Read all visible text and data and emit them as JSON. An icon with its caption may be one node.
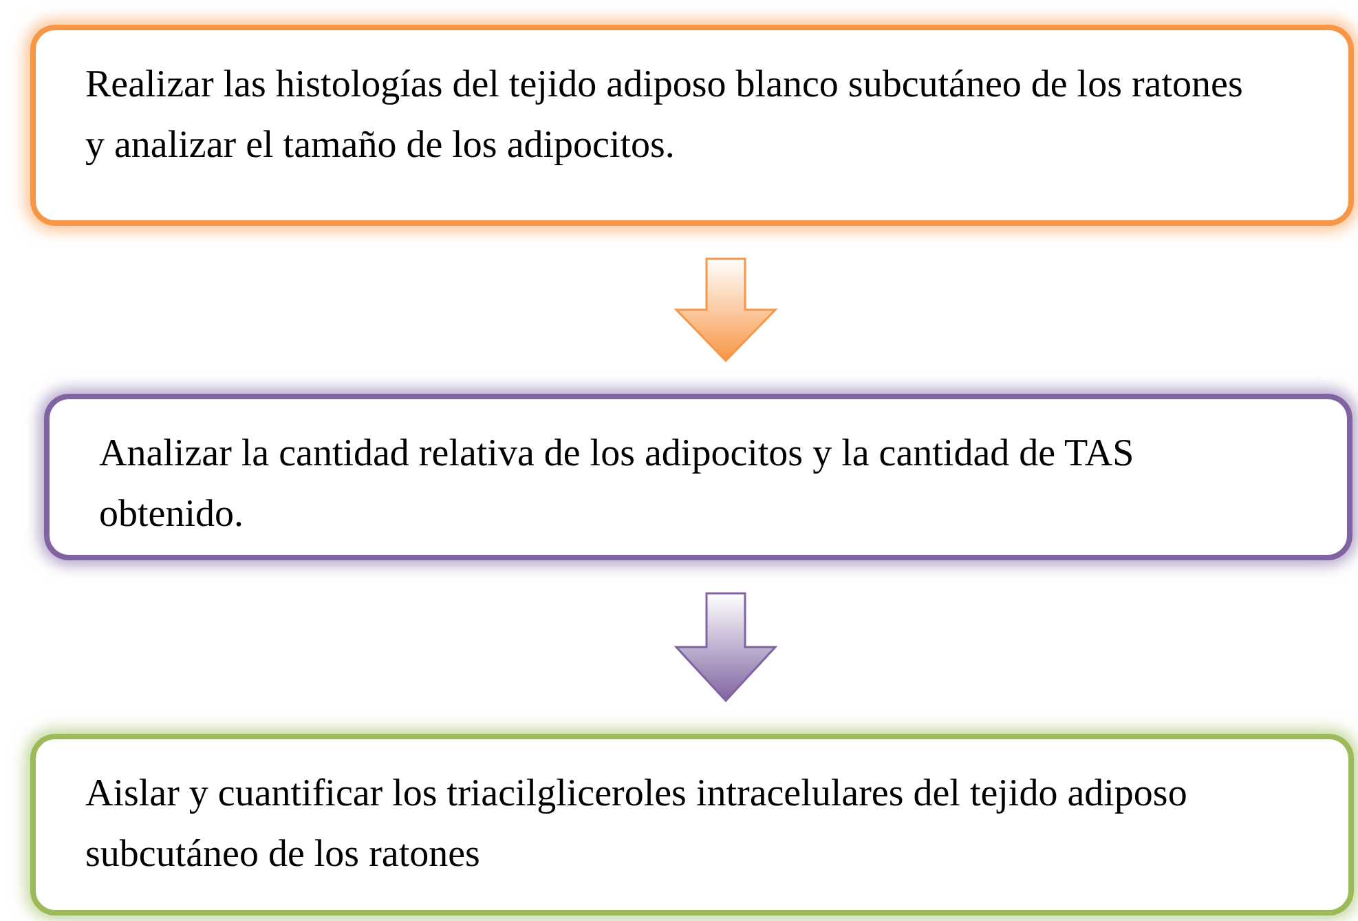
{
  "diagram": {
    "nodes": [
      {
        "text": [
          "Realizar las histologías del tejido adiposo blanco subcutáneo de los ratones y analizar el tamaño de los adipocitos."
        ]
      },
      {
        "text": [
          "Analizar la cantidad relativa de los adipocitos y la cantidad de TAS obtenido."
        ]
      },
      {
        "text": [
          "Aislar y cuantificar los triacilgliceroles intracelulares del tejido adiposo subcutáneo de los ratones"
        ]
      }
    ],
    "edges": [
      {
        "from": 0,
        "to": 1,
        "arrow": "to",
        "color": "#f79646"
      },
      {
        "from": 1,
        "to": 2,
        "arrow": "to",
        "color": "#8064a2"
      }
    ]
  }
}
